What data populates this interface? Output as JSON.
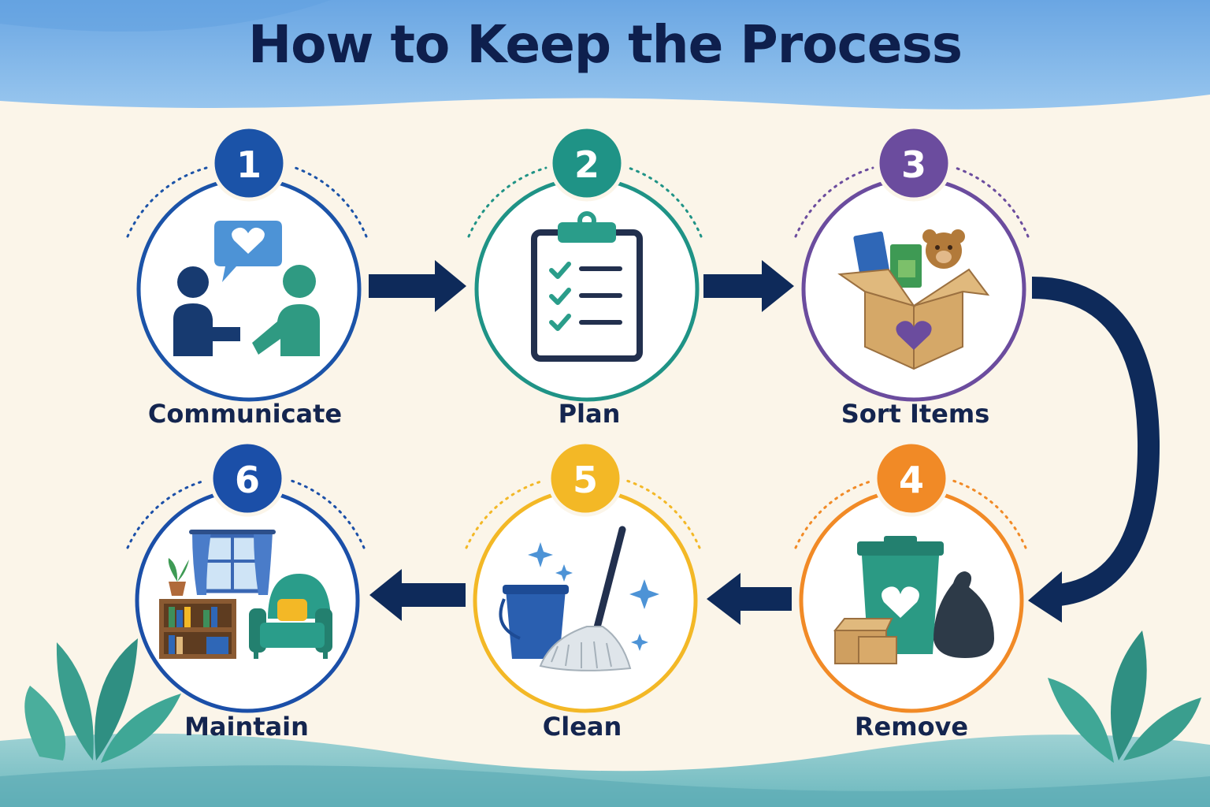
{
  "title": "How to Keep the Process",
  "colors": {
    "navy": "#0e2a5a",
    "step1": "#1b53a8",
    "step2": "#1f9386",
    "step3": "#6b4c9e",
    "step4": "#f18a26",
    "step5": "#f3b826",
    "step6": "#1b4fa8"
  },
  "steps": [
    {
      "number": "1",
      "label": "Communicate",
      "icon": "people-talking-heart-icon"
    },
    {
      "number": "2",
      "label": "Plan",
      "icon": "clipboard-checklist-icon"
    },
    {
      "number": "3",
      "label": "Sort Items",
      "icon": "box-with-items-icon"
    },
    {
      "number": "4",
      "label": "Remove",
      "icon": "trash-bin-heart-icon"
    },
    {
      "number": "5",
      "label": "Clean",
      "icon": "bucket-mop-icon"
    },
    {
      "number": "6",
      "label": "Maintain",
      "icon": "cozy-room-icon"
    }
  ]
}
